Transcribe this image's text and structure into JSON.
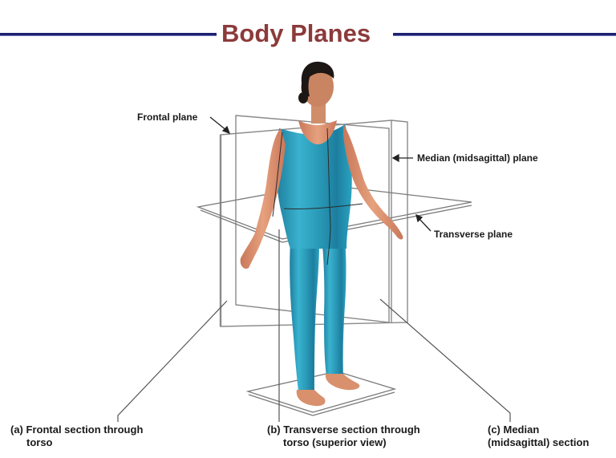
{
  "title": "Body Planes",
  "colors": {
    "title": "#8c3a3a",
    "rule": "#1e2170",
    "suit": "#2a9bb8",
    "skin": "#d9916a",
    "plane_edge": "#7a7a7a",
    "text": "#1a1a1a"
  },
  "plane_labels": {
    "frontal": "Frontal plane",
    "median": "Median (midsagittal) plane",
    "transverse": "Transverse plane"
  },
  "captions": {
    "a": {
      "line1": "(a) Frontal section through",
      "line2": "torso"
    },
    "b": {
      "line1": "(b) Transverse section  through",
      "line2": "torso (superior view)"
    },
    "c": {
      "line1": "(c) Median",
      "line2": "(midsagittal) section"
    }
  }
}
